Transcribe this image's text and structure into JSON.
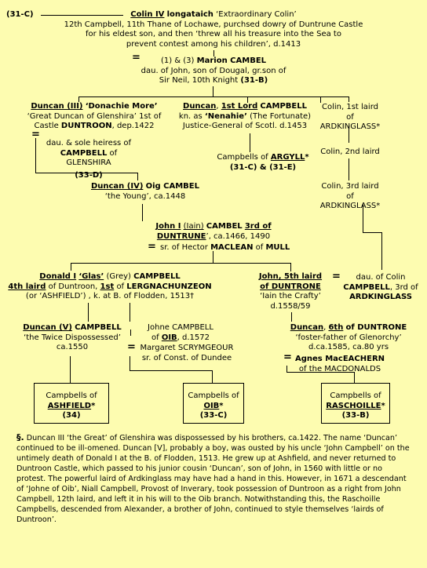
{
  "ref_top": "(31-C)",
  "colin": {
    "name": "Colin IV",
    "epithet": "longataich",
    "nick": "‘Extraordinary Colin’",
    "d1": "12th Campbell, 11th Thane of Lochawe, purchsed dowry of Duntrune Castle",
    "d2": "for his eldest son, and then ‘threw all his treasure into the Sea to",
    "d3": "prevent contest among his children’, d.1413"
  },
  "marion": {
    "prefix": "(1) & (3)",
    "name": "Marion CAMBEL",
    "d1": "dau. of John, son of Dougal, gr.son of",
    "d2": "Sir Neil, 10th Knight",
    "ref": "(31-B)"
  },
  "duncan3": {
    "name": "Duncan (III)",
    "nick": "‘Donachie More’",
    "d1": "‘Great Duncan of Glenshira’ 1st of",
    "d2a": "Castle",
    "d2b": "DUNTROON",
    "d2c": ", dep.1422"
  },
  "glenshira": {
    "d1": "dau. & sole heiress of",
    "name": "CAMPBELL",
    "of": "of GLENSHIRA",
    "ref": "(33-D)"
  },
  "duncan_lord": {
    "name": "Duncan",
    "title": "1st Lord",
    "surname": "CAMPBELL",
    "d1a": "kn. as",
    "d1b": "‘Nenahie’",
    "d1c": "(The Fortunate)",
    "d2": "Justice-General of Scotl. d.1453"
  },
  "argyll": {
    "pre": "Campbells of",
    "name": "ARGYLL",
    "star": "*",
    "refs": "(31-C) & (31-E)"
  },
  "ardkinglass": {
    "c1a": "Colin, 1st laird",
    "c1b": "of ARDKINGLASS*",
    "c2": "Colin, 2nd laird",
    "c3a": "Colin, 3rd laird",
    "c3b": "of ARDKINGLASS*"
  },
  "duncan4": {
    "name": "Duncan (IV)",
    "surname": "Oig CAMBEL",
    "nick": "‘the Young’",
    "date": ", ca.1448"
  },
  "john1": {
    "name": "John I",
    "paren": "(Iain)",
    "surname": "CAMBEL",
    "ord": "3rd of",
    "place": "DUNTRUNE",
    "date": "’, ca.1466, 1490",
    "sr": "sr. of Hector",
    "sr_name": "MACLEAN",
    "sr_of": "of",
    "sr_place": "MULL"
  },
  "donald": {
    "name": "Donald I",
    "nick": "‘Glas’",
    "grey": "(Grey)",
    "surname": "CAMPBELL",
    "l2a": "4th laird",
    "l2b": "of Duntroon,",
    "l2c": "1st",
    "l2d": "of",
    "l2e": "LERGNACHUNZEON",
    "l3": "(or ‘ASHFIELD’) , k. at B. of Flodden, 1513†"
  },
  "john5": {
    "name": "John, 5th laird",
    "of": "of DUNTRONE",
    "nick": "‘Iain the Crafty’",
    "date": "d.1558/59"
  },
  "colin_dau": {
    "d1": "dau. of Colin",
    "name": "CAMPBELL",
    "ord": ", 3rd of",
    "place": "ARDKINGLASS"
  },
  "duncan5": {
    "name": "Duncan (V)",
    "surname": "CAMPBELL",
    "nick": "‘the Twice Dispossessed’",
    "date": "ca.1550"
  },
  "johne": {
    "d1": "Johne CAMPBELL",
    "of": "of",
    "place": "OIB",
    "date": ", d.1572",
    "wife_a": "Margaret SCRYMGEOUR",
    "wife_b": "sr. of Const. of Dundee"
  },
  "duncan6": {
    "name": "Duncan",
    "ord": "6th",
    "of": "of DUNTRONE",
    "nick": "‘foster-father of Glenorchy’",
    "date": "d.ca.1585, ca.80 yrs",
    "wife": "Agnes MacEACHERN",
    "wife_of": "of the MACDONALDS"
  },
  "boxes": [
    {
      "pre": "Campbells of",
      "name": "ASHFIELD",
      "star": "*",
      "ref": "(34)"
    },
    {
      "pre": "Campbells of",
      "name": "OIB",
      "star": "*",
      "ref": "(33-C)"
    },
    {
      "pre": "Campbells of",
      "name": "RASCHOILLE",
      "star": "*",
      "ref": "(33-B)"
    }
  ],
  "eq": "=",
  "footnote": {
    "mark": "§.",
    "text": "Duncan III ‘the Great’ of Glenshira was dispossessed by his brothers, ca.1422.  The name ‘Duncan’ continued to be ill-omened.  Duncan [V], probably a boy, was ousted by his uncle ‘John Campbell’ on the untimely death of Donald I at the B. of Flodden, 1513.  He grew up at Ashfield, and never returned to Duntroon Castle, which passed to his junior cousin ‘Duncan’, son of John, in 1560 with little or no protest.  The powerful laird of Ardkinglass may have had a hand in this.  However, in 1671 a descendant of ‘Johne of Oib’, Niall Campbell, Provost of Inverary, took possession of Duntroon as a right from John Campbell, 12th laird, and left it in his will to the Oib branch.  Notwithstanding this, the Raschoille Campbells, descended from Alexander, a brother of John, continued to style themselves ‘lairds of Duntroon’."
  }
}
